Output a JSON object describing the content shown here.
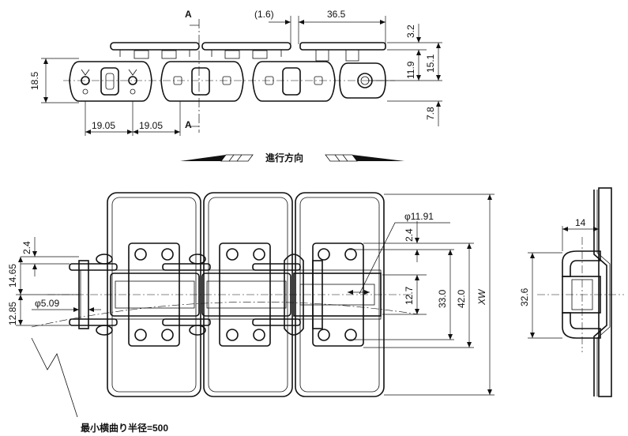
{
  "section_marks": [
    "A",
    "A"
  ],
  "top_view": {
    "dims": {
      "pitch_1": "19.05",
      "pitch_2": "19.05",
      "height_left": "18.5",
      "gap": "(1.6)",
      "plate_width": "36.5",
      "thickness": "3.2",
      "h_11_9": "11.9",
      "h_15_1": "15.1",
      "h_7_8": "7.8"
    }
  },
  "direction_label": "進行方向",
  "plan_view": {
    "dims": {
      "pin_dia": "φ11.91",
      "d_2_4_top": "2.4",
      "d_12_7": "12.7",
      "d_33_0": "33.0",
      "d_42_0": "42.0",
      "d_xw": "XW",
      "d_2_4_left": "2.4",
      "d_14_65": "14.65",
      "d_12_85": "12.85",
      "d_5_09": "φ5.09"
    },
    "note": "最小横曲り半径=500"
  },
  "side_view": {
    "dims": {
      "d_14": "14",
      "d_32_6": "32.6"
    }
  }
}
